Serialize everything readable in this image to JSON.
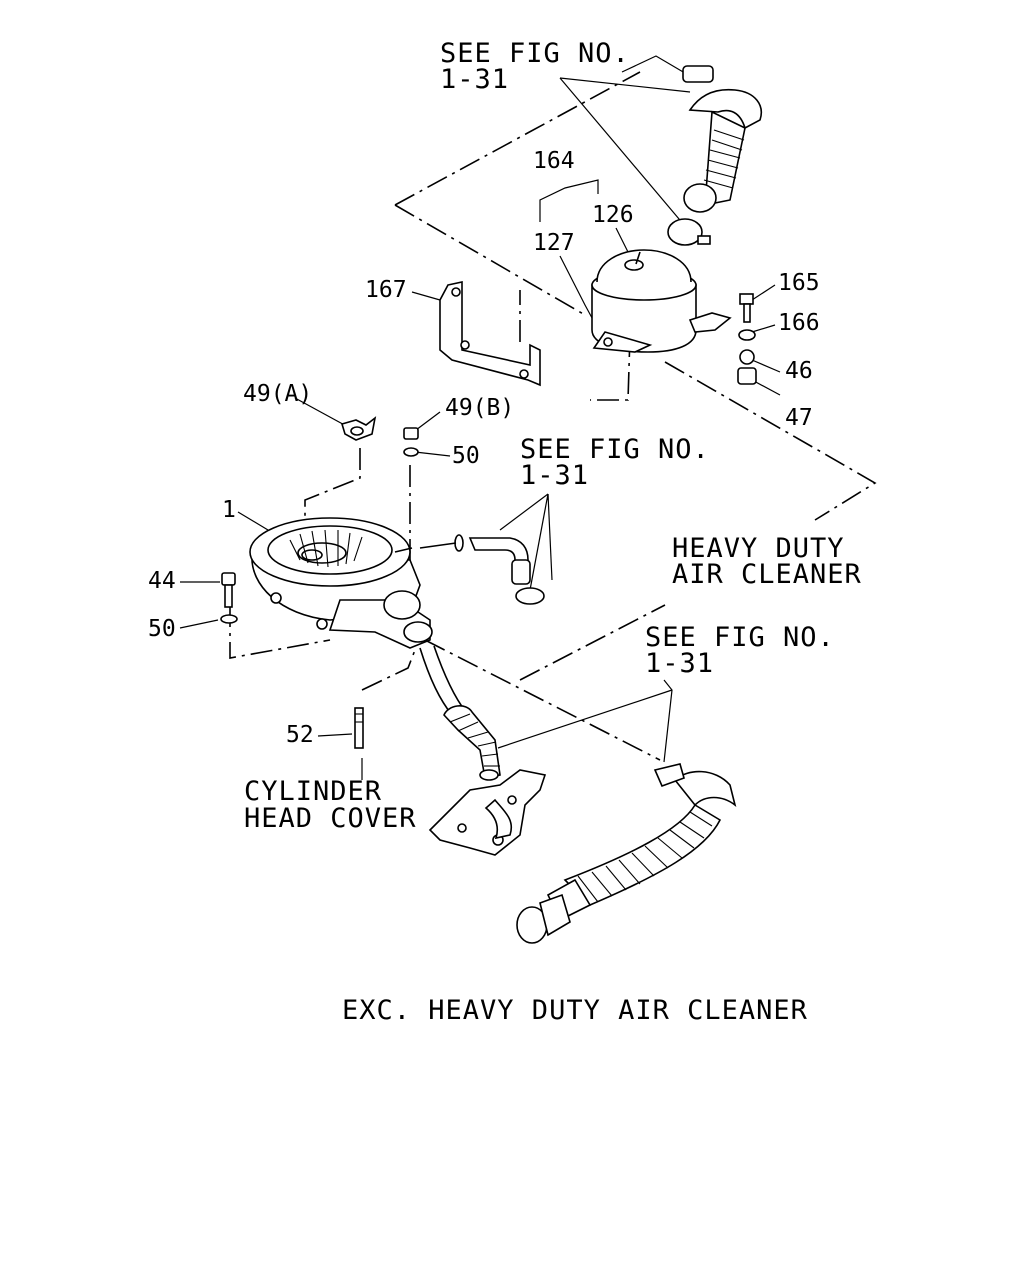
{
  "notes": {
    "see_fig_top": [
      "SEE FIG NO.",
      "1-31"
    ],
    "see_fig_mid": [
      "SEE FIG NO.",
      "1-31"
    ],
    "see_fig_right": [
      "SEE FIG NO.",
      "1-31"
    ],
    "heavy_duty": [
      "HEAVY DUTY",
      "AIR CLEANER"
    ],
    "cylinder_head": [
      "CYLINDER",
      "HEAD COVER"
    ],
    "caption": "EXC. HEAVY DUTY AIR CLEANER"
  },
  "callouts": {
    "c164": "164",
    "c126": "126",
    "c127": "127",
    "c167": "167",
    "c165": "165",
    "c166": "166",
    "c46": "46",
    "c47": "47",
    "c49a": "49(A)",
    "c49b": "49(B)",
    "c50a": "50",
    "c1": "1",
    "c44": "44",
    "c50b": "50",
    "c52": "52"
  }
}
